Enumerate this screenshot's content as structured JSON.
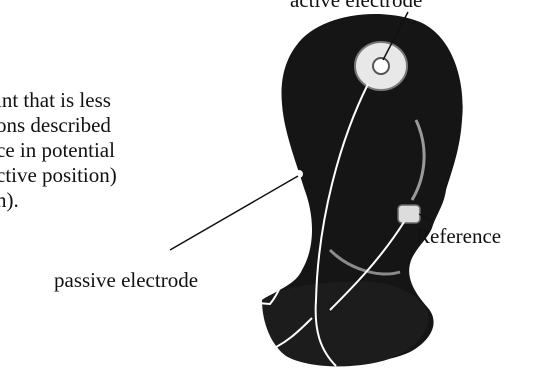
{
  "body_text": {
    "lines": [
      "int that is less",
      "ons described",
      "ce in potential",
      "ctive position)",
      "n)."
    ]
  },
  "labels": {
    "active_electrode": "active electrode",
    "passive_electrode": "passive electrode",
    "reference": "Reference"
  }
}
